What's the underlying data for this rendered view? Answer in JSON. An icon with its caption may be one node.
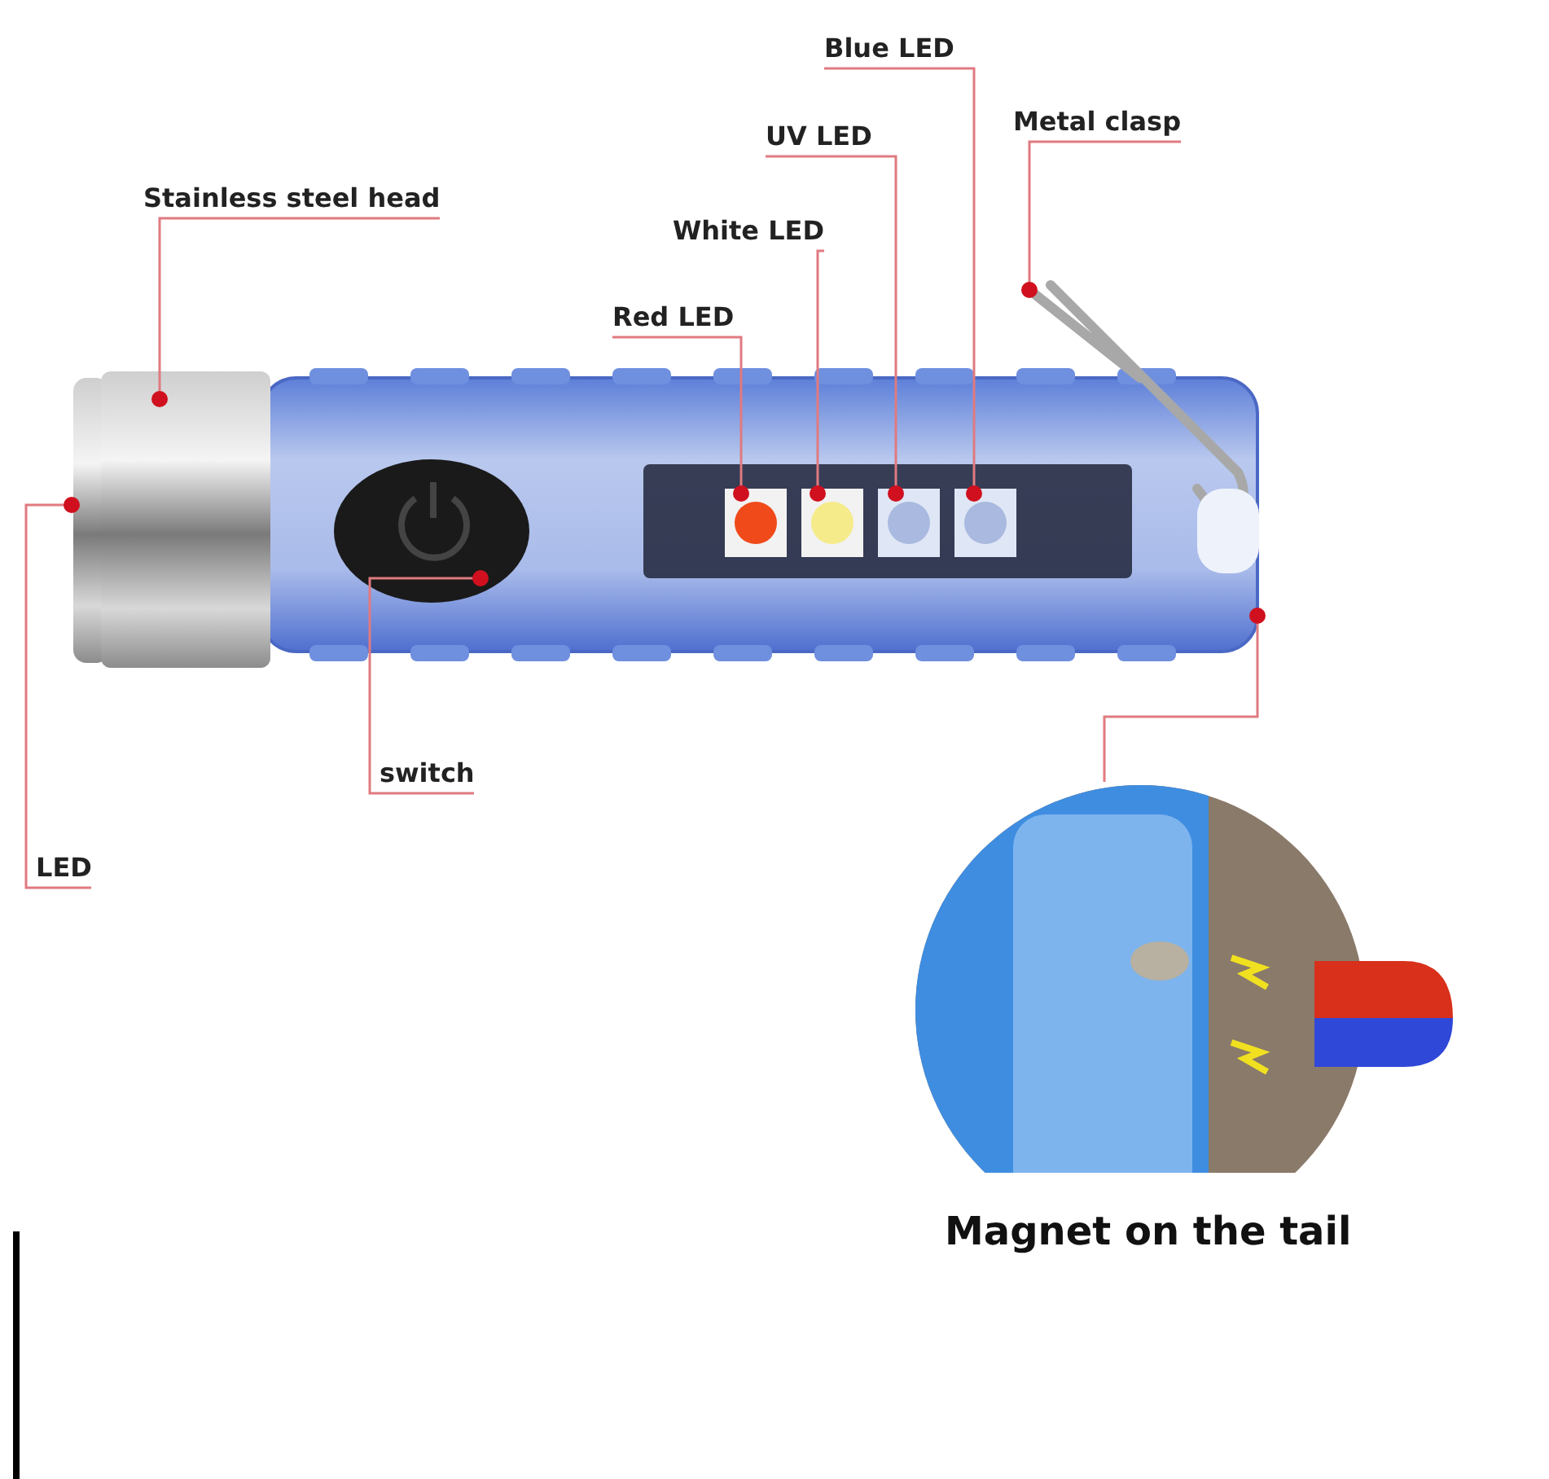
{
  "diagram": {
    "nodes": [
      {
        "text": [
          "Stainless steel head"
        ]
      },
      {
        "text": [
          "LED"
        ]
      },
      {
        "text": [
          "switch"
        ]
      },
      {
        "text": [
          "Red LED"
        ]
      },
      {
        "text": [
          "White LED"
        ]
      },
      {
        "text": [
          "UV LED"
        ]
      },
      {
        "text": [
          "Blue LED"
        ]
      },
      {
        "text": [
          "Metal clasp"
        ]
      },
      {
        "text": [
          "Magnet on the tail"
        ]
      }
    ],
    "edges": [
      {
        "from": 0,
        "to": null,
        "arrow": "other"
      },
      {
        "from": 1,
        "to": null,
        "arrow": "other"
      },
      {
        "from": 2,
        "to": null,
        "arrow": "other"
      },
      {
        "from": 3,
        "to": null,
        "arrow": "other"
      },
      {
        "from": 4,
        "to": null,
        "arrow": "other"
      },
      {
        "from": 5,
        "to": null,
        "arrow": "other"
      },
      {
        "from": 6,
        "to": null,
        "arrow": "other"
      },
      {
        "from": 7,
        "to": null,
        "arrow": "other"
      },
      {
        "from": 8,
        "to": null,
        "arrow": "other"
      }
    ]
  }
}
